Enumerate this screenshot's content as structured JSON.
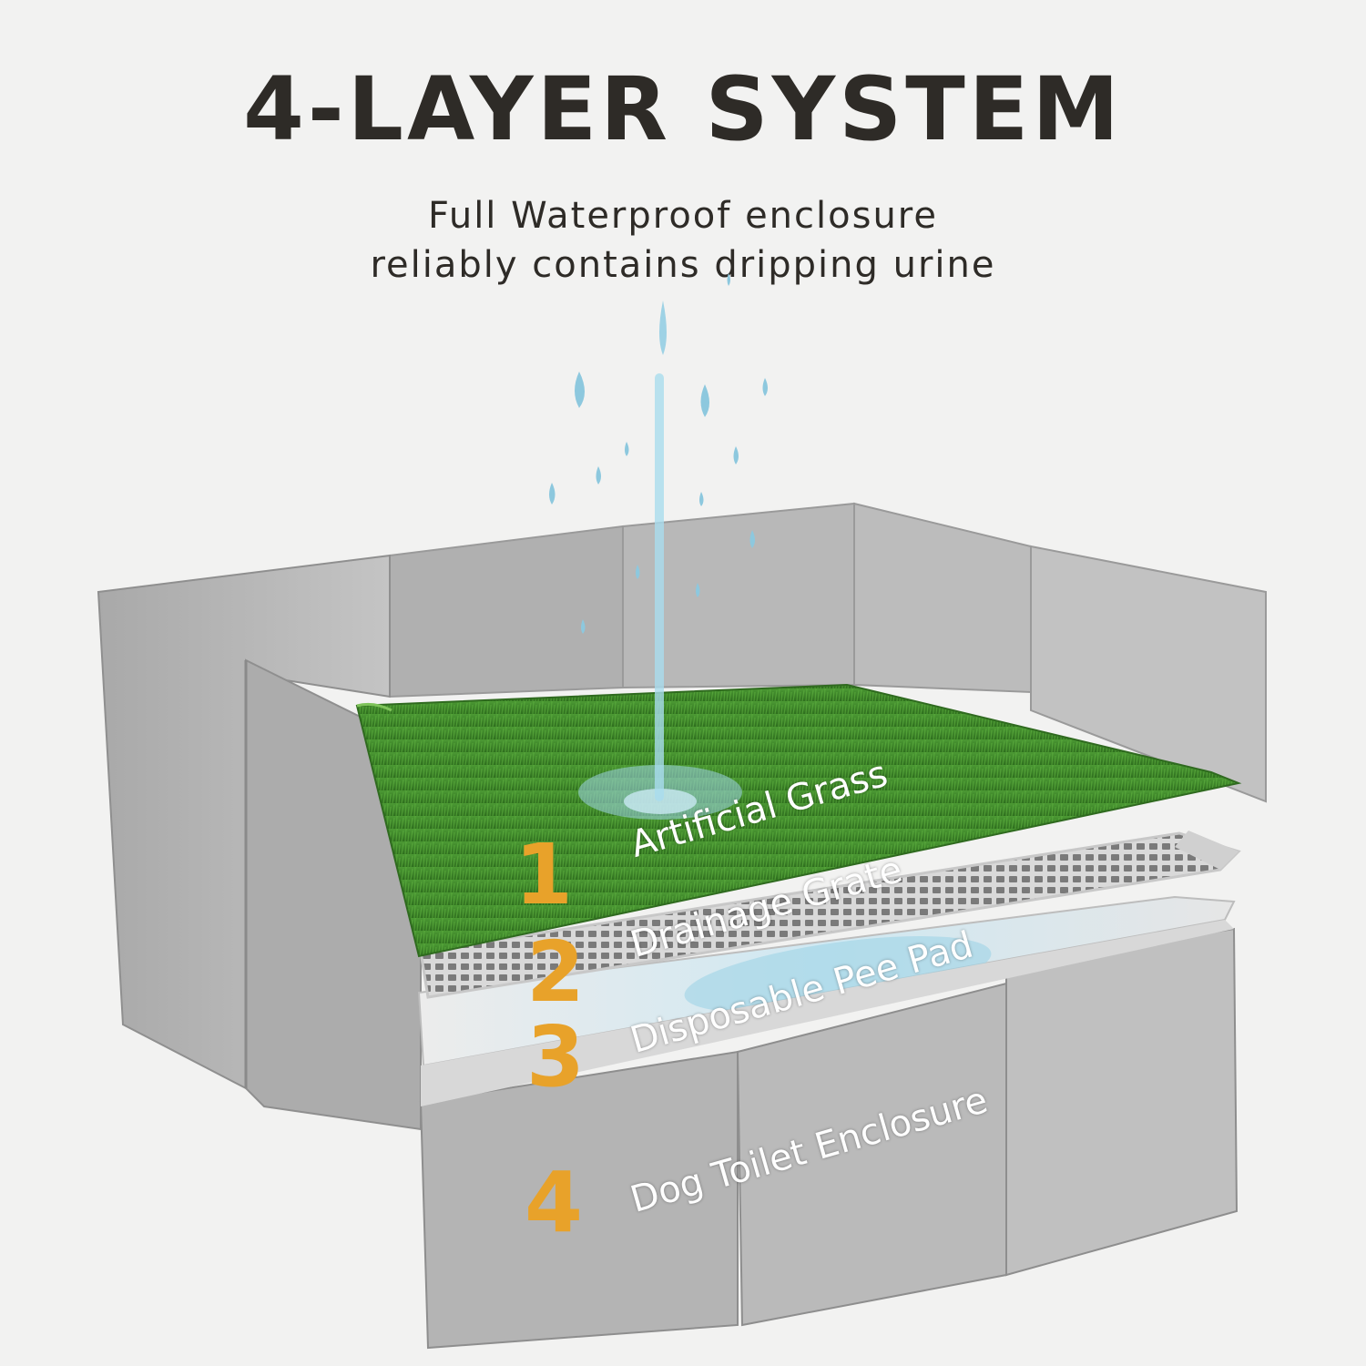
{
  "header": {
    "title": "4-LAYER SYSTEM",
    "subtitle_line1": "Full Waterproof enclosure",
    "subtitle_line2": "reliably contains dripping urine"
  },
  "layers": [
    {
      "number": "1",
      "label": "Artificial Grass"
    },
    {
      "number": "2",
      "label": "Drainage Grate"
    },
    {
      "number": "3",
      "label": "Disposable Pee Pad"
    },
    {
      "number": "4",
      "label": "Dog Toilet Enclosure"
    }
  ],
  "colors": {
    "title": "#2e2b27",
    "number_accent": "#e8a22a",
    "label_text": "#ffffff",
    "enclosure": "#b3b3b3",
    "grass": "#3f8a2c",
    "water": "#9fd3e6",
    "background": "#f2f2f1"
  },
  "icons": {
    "water": "water-drop-icon"
  }
}
